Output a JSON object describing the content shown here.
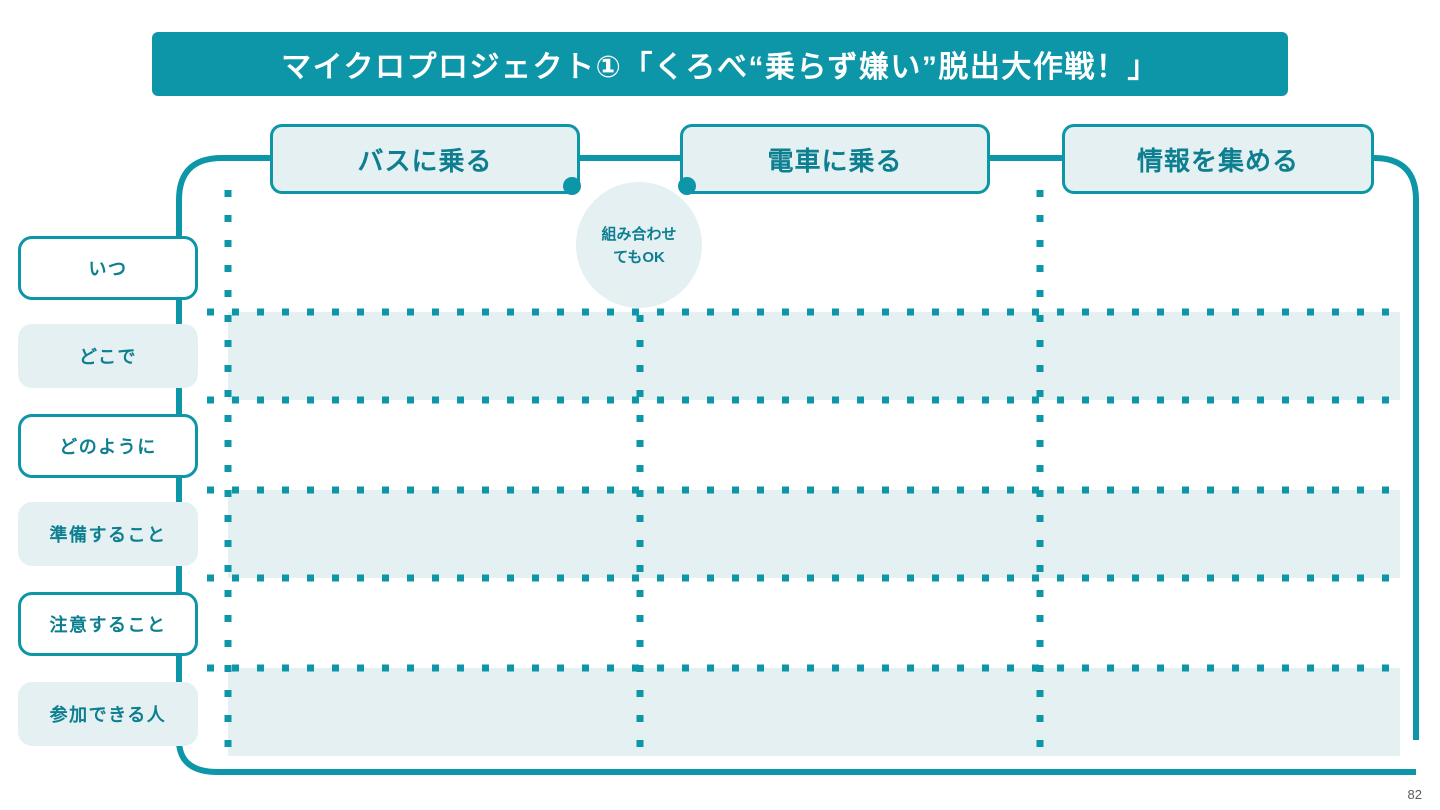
{
  "slide": {
    "page_number": "82",
    "title": "マイクロプロジェクト①「くろべ“乗らず嫌い”脱出大作戦！」"
  },
  "colors": {
    "accent": "#0d95a8",
    "accent_dark": "#0d7f91",
    "band": "#e4f0f1",
    "title_text": "#ffffff",
    "page_number_text": "#5a5a5a"
  },
  "columns": [
    {
      "label": "バスに乗る"
    },
    {
      "label": "電車に乗る"
    },
    {
      "label": "情報を集める"
    }
  ],
  "rows": [
    {
      "label": "いつ",
      "style": "outlined"
    },
    {
      "label": "どこで",
      "style": "filled"
    },
    {
      "label": "どのように",
      "style": "outlined"
    },
    {
      "label": "準備すること",
      "style": "filled"
    },
    {
      "label": "注意すること",
      "style": "outlined"
    },
    {
      "label": "参加できる人",
      "style": "filled"
    }
  ],
  "annotation": {
    "line1": "組み合わせ",
    "line2": "てもOK"
  }
}
